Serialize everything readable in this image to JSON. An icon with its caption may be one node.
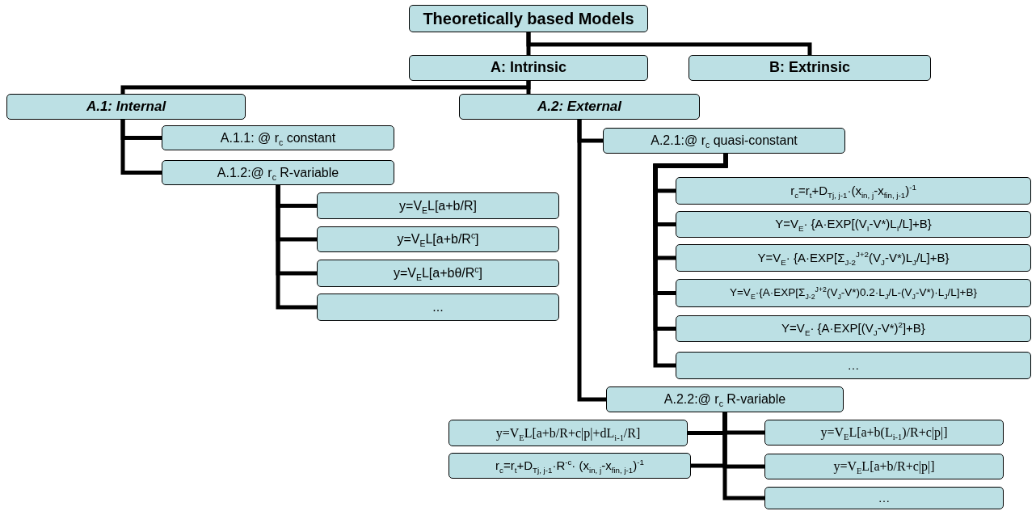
{
  "diagram": {
    "nodes": [
      {
        "text": [
          "Theoretically based Models"
        ]
      },
      {
        "text": [
          "A: Intrinsic"
        ]
      },
      {
        "text": [
          "B: Extrinsic"
        ]
      },
      {
        "text": [
          "A.1: Internal"
        ]
      },
      {
        "text": [
          "A.2: External"
        ]
      },
      {
        "text": [
          "A.1.1: @ r$_{c}$ constant"
        ]
      },
      {
        "text": [
          "A.1.2:@ r$_{c}$ R-variable"
        ]
      },
      {
        "text": [
          "y=V$_{E}$L[a+b/R]"
        ]
      },
      {
        "text": [
          "y=V$_{E}$L[a+b/R$^{c}$]"
        ]
      },
      {
        "text": [
          "y=V$_{E}$L[a+bθ/R$^{c}$]"
        ]
      },
      {
        "text": [
          "..."
        ]
      },
      {
        "text": [
          "A.2.1:@ r$_{c}$ quasi-constant"
        ]
      },
      {
        "text": [
          "r$_{c}$=r$_{t}$+D$_{Tj, j-1}$·(x$_{in, j}$-x$_{fin, j-1}$)$^{-1}$"
        ]
      },
      {
        "text": [
          "Y=V$_{E}$· {A·EXP[(V$_{I}$-V*)L$_{I}$/L]+B}"
        ]
      },
      {
        "text": [
          "Y=V$_{E}$· {A·EXP[Σ$_{J-2}$$^{J+2}$(V$_{J}$-V*)L$_{J}$/L]+B}"
        ]
      },
      {
        "text": [
          "Y=V$_{E}$·{A·EXP[Σ$_{J-2}$$^{J+2}$(V$_{J}$-V*)0.2·L$_{J}$/L-(V$_{J}$-V*)·L$_{J}$/L]+B}"
        ]
      },
      {
        "text": [
          "Y=V$_{E}$· {A·EXP[(V$_{J}$-V*)$^{2}$]+B}"
        ]
      },
      {
        "text": [
          "…"
        ]
      },
      {
        "text": [
          "A.2.2:@ r$_{c}$ R-variable"
        ]
      },
      {
        "text": [
          "y=V$_{E}$L[a+b/R+c|p|+dL$_{i-1}$/R]"
        ]
      },
      {
        "text": [
          "r$_{c}$=r$_{t}$+D$_{Tj, j-1}$·R$^{-c}$· (x$_{in, j}$-x$_{fin, j-1}$)$^{-1}$"
        ]
      },
      {
        "text": [
          "y=V$_{E}$L[a+b(L$_{i-1}$)/R+c|p|]"
        ]
      },
      {
        "text": [
          "y=V$_{E}$L[a+b/R+c|p|]"
        ]
      },
      {
        "text": [
          "…"
        ]
      }
    ],
    "edges": [
      {
        "from": 0,
        "to": 1,
        "arrow": "none"
      },
      {
        "from": 0,
        "to": 2,
        "arrow": "none"
      },
      {
        "from": 1,
        "to": 3,
        "arrow": "none"
      },
      {
        "from": 1,
        "to": 4,
        "arrow": "none"
      },
      {
        "from": 3,
        "to": 5,
        "arrow": "none"
      },
      {
        "from": 3,
        "to": 6,
        "arrow": "none"
      },
      {
        "from": 6,
        "to": 7,
        "arrow": "none"
      },
      {
        "from": 6,
        "to": 8,
        "arrow": "none"
      },
      {
        "from": 6,
        "to": 9,
        "arrow": "none"
      },
      {
        "from": 6,
        "to": 10,
        "arrow": "none"
      },
      {
        "from": 4,
        "to": 11,
        "arrow": "none"
      },
      {
        "from": 4,
        "to": 18,
        "arrow": "none"
      },
      {
        "from": 11,
        "to": 12,
        "arrow": "none"
      },
      {
        "from": 11,
        "to": 13,
        "arrow": "none"
      },
      {
        "from": 11,
        "to": 14,
        "arrow": "none"
      },
      {
        "from": 11,
        "to": 15,
        "arrow": "none"
      },
      {
        "from": 11,
        "to": 16,
        "arrow": "none"
      },
      {
        "from": 11,
        "to": 17,
        "arrow": "none"
      },
      {
        "from": 18,
        "to": 19,
        "arrow": "none"
      },
      {
        "from": 18,
        "to": 20,
        "arrow": "none"
      },
      {
        "from": 18,
        "to": 21,
        "arrow": "none"
      },
      {
        "from": 18,
        "to": 22,
        "arrow": "none"
      },
      {
        "from": 18,
        "to": 23,
        "arrow": "none"
      }
    ]
  }
}
